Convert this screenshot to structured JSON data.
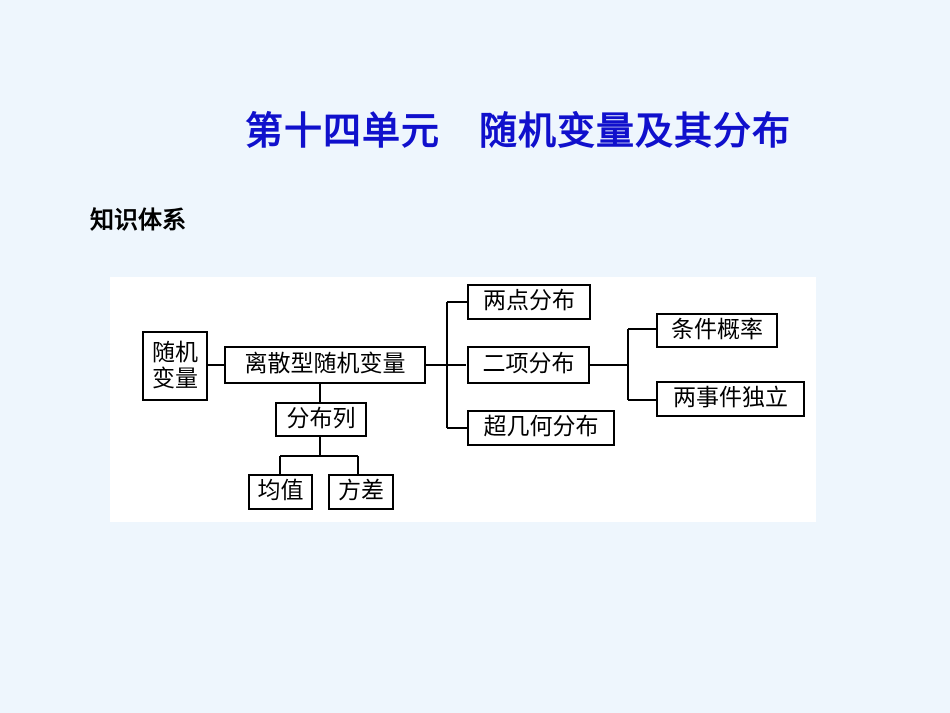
{
  "title": "第十四单元　随机变量及其分布",
  "section_label": "知识体系",
  "diagram": {
    "nodes": {
      "root_line1": "随机",
      "root_line2": "变量",
      "discrete": "离散型随机变量",
      "dist_list": "分布列",
      "mean": "均值",
      "variance": "方差",
      "two_point": "两点分布",
      "binomial": "二项分布",
      "hypergeometric": "超几何分布",
      "conditional_prob": "条件概率",
      "independence": "两事件独立"
    },
    "colors": {
      "title": "#1010cc",
      "background": "#eef6fd",
      "diagram_bg": "#ffffff",
      "stroke": "#000000"
    }
  }
}
